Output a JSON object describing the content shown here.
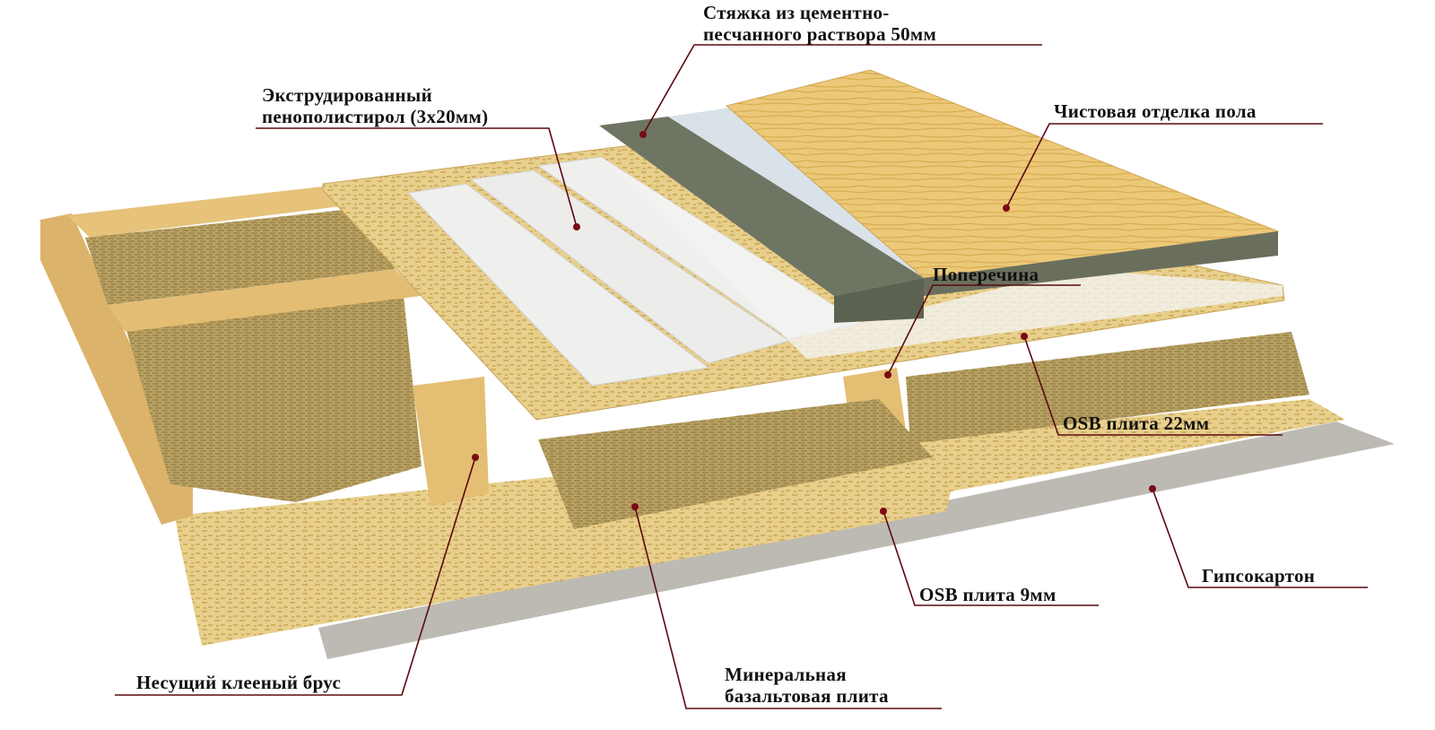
{
  "labels": {
    "screed": [
      "Стяжка из цементно-",
      "песчанного раствора 50мм"
    ],
    "eps": [
      "Экструдированный",
      "пенополистирол (3х20мм)"
    ],
    "finish": "Чистовая отделка пола",
    "crossbar": "Поперечина",
    "osb22": "OSB плита 22мм",
    "drywall": "Гипсокартон",
    "osb9": "OSB плита 9мм",
    "beam": "Несущий клееный брус",
    "wool": [
      "Минеральная",
      "базальтовая плита"
    ]
  },
  "colors": {
    "leader": "#5a0a10",
    "osb": "#e6cc8a",
    "wool": "#b7a060",
    "wood": "#e8c680",
    "screed": "#6f7563",
    "eps": "#ededeb",
    "drywall": "#bdbab3",
    "finish": "#e9c86e"
  }
}
